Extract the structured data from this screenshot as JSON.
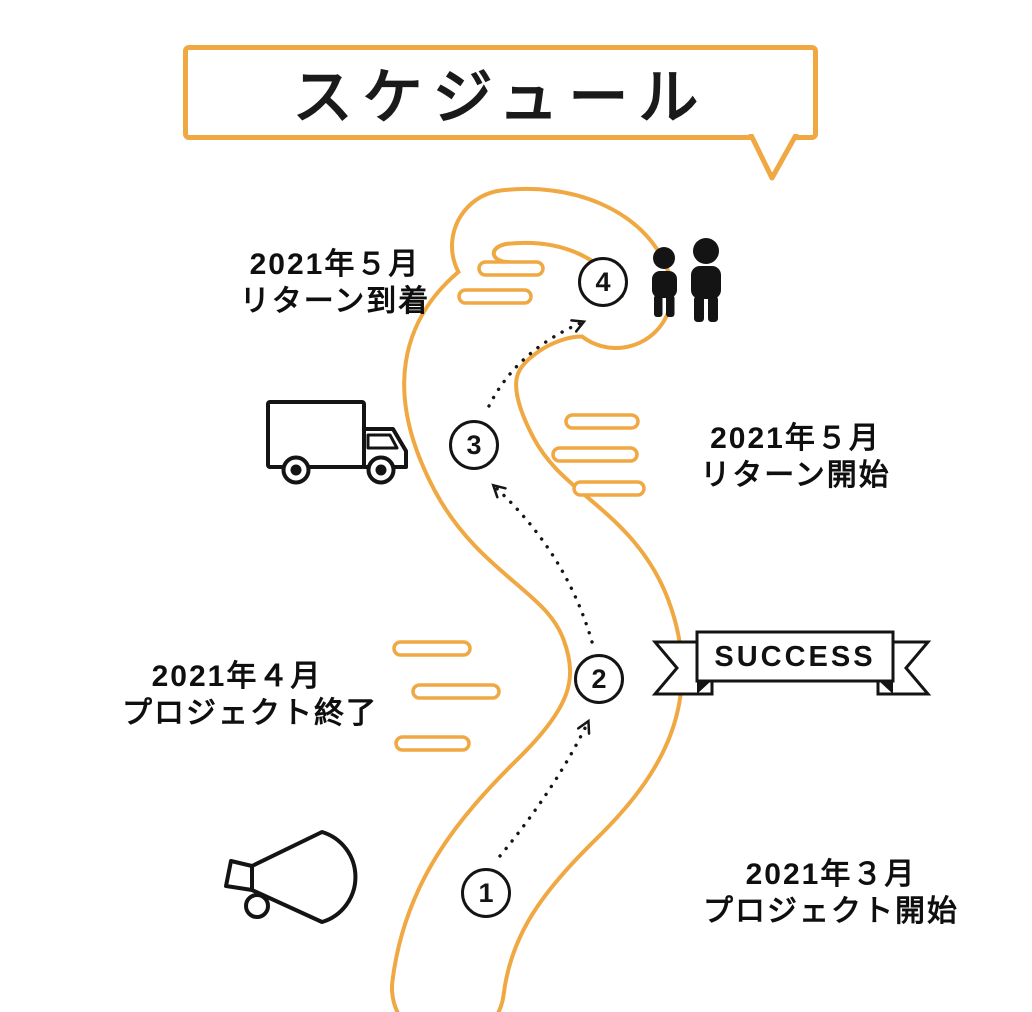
{
  "title": "スケジュール",
  "banner": {
    "text": "SUCCESS"
  },
  "milestones": [
    {
      "number": "1",
      "date": "2021年３月",
      "label": "プロジェクト開始"
    },
    {
      "number": "2",
      "date": "2021年４月",
      "label": "プロジェクト終了"
    },
    {
      "number": "3",
      "date": "2021年５月",
      "label": "リターン開始"
    },
    {
      "number": "4",
      "date": "2021年５月",
      "label": "リターン到着"
    }
  ],
  "icons": {
    "truck": "truck-icon",
    "people": "people-icon",
    "megaphone": "megaphone-icon",
    "ribbon": "success-ribbon"
  },
  "colors": {
    "accent": "#F0A843",
    "ink": "#141414"
  }
}
